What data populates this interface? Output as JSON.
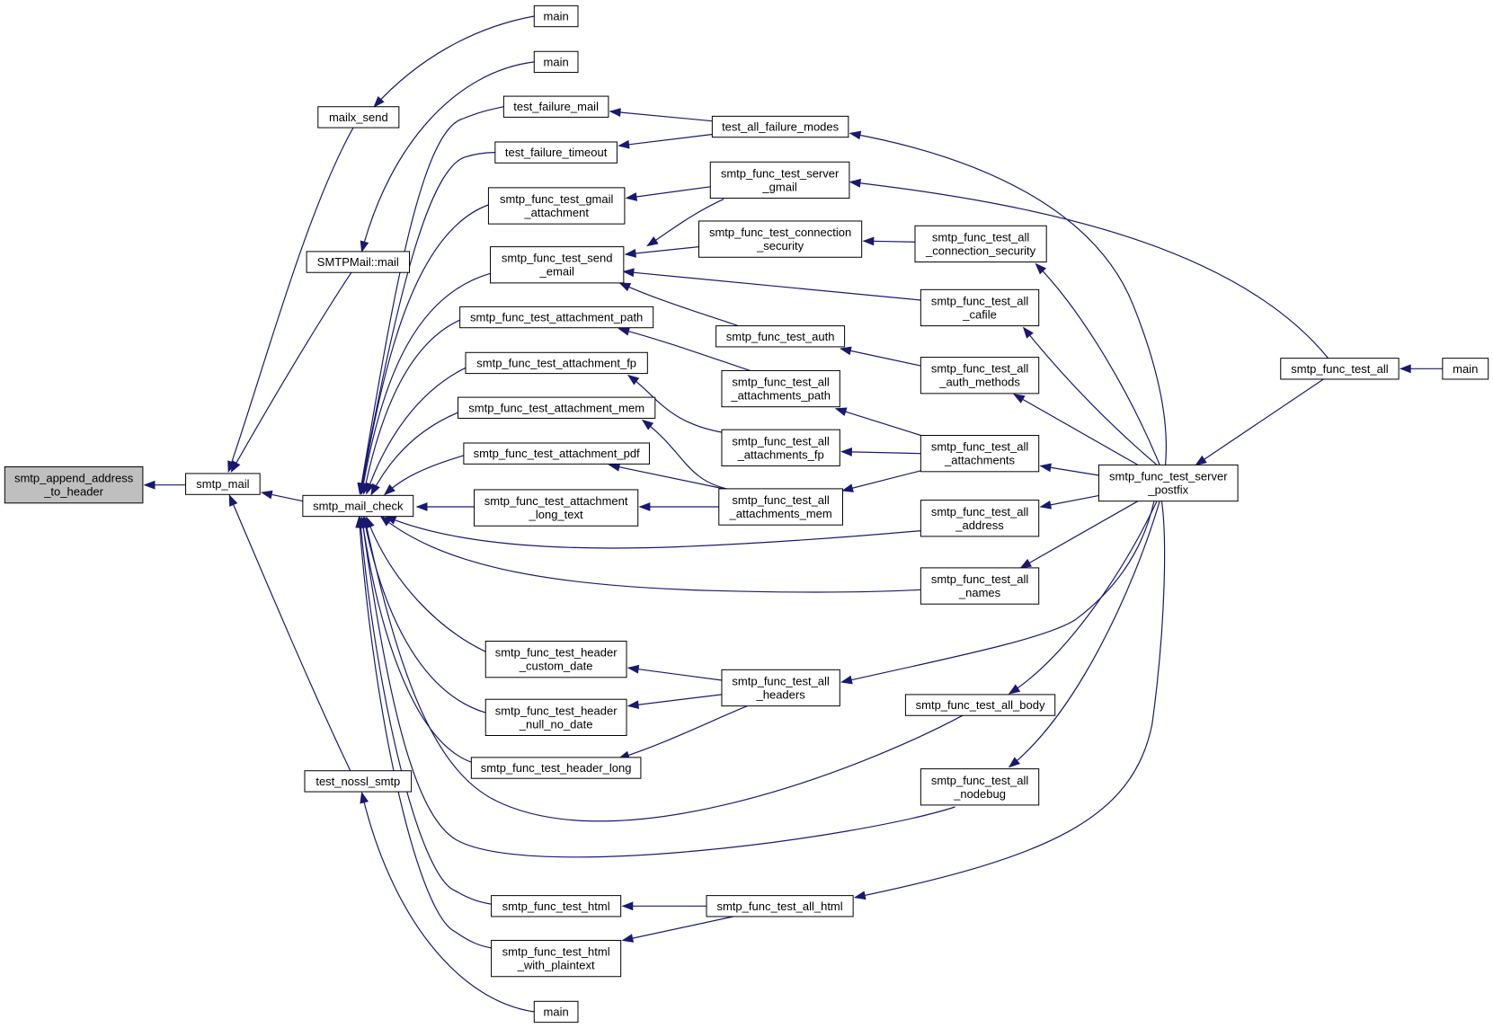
{
  "diagram": {
    "colors": {
      "edge": "#191970",
      "node_border": "#000000",
      "node_fill": "#ffffff",
      "root_fill": "#bfbfbf"
    },
    "nodes": [
      {
        "id": "n_root",
        "lines": [
          "smtp_append_address",
          "_to_header"
        ],
        "root": true
      },
      {
        "id": "n_smtp_mail",
        "lines": [
          "smtp_mail"
        ]
      },
      {
        "id": "n_mailx_send",
        "lines": [
          "mailx_send"
        ]
      },
      {
        "id": "n_smtpmail_mail",
        "lines": [
          "SMTPMail::mail"
        ]
      },
      {
        "id": "n_mail_check",
        "lines": [
          "smtp_mail_check"
        ]
      },
      {
        "id": "n_test_nossl",
        "lines": [
          "test_nossl_smtp"
        ]
      },
      {
        "id": "n_main1",
        "lines": [
          "main"
        ]
      },
      {
        "id": "n_main2",
        "lines": [
          "main"
        ]
      },
      {
        "id": "n_main3",
        "lines": [
          "main"
        ]
      },
      {
        "id": "n_test_failure_mail",
        "lines": [
          "test_failure_mail"
        ]
      },
      {
        "id": "n_test_failure_timeout",
        "lines": [
          "test_failure_timeout"
        ]
      },
      {
        "id": "n_gmail_attachment",
        "lines": [
          "smtp_func_test_gmail",
          "_attachment"
        ]
      },
      {
        "id": "n_send_email",
        "lines": [
          "smtp_func_test_send",
          "_email"
        ]
      },
      {
        "id": "n_att_path",
        "lines": [
          "smtp_func_test_attachment_path"
        ]
      },
      {
        "id": "n_att_fp",
        "lines": [
          "smtp_func_test_attachment_fp"
        ]
      },
      {
        "id": "n_att_mem",
        "lines": [
          "smtp_func_test_attachment_mem"
        ]
      },
      {
        "id": "n_att_pdf",
        "lines": [
          "smtp_func_test_attachment_pdf"
        ]
      },
      {
        "id": "n_att_long",
        "lines": [
          "smtp_func_test_attachment",
          "_long_text"
        ]
      },
      {
        "id": "n_hdr_custom",
        "lines": [
          "smtp_func_test_header",
          "_custom_date"
        ]
      },
      {
        "id": "n_hdr_null",
        "lines": [
          "smtp_func_test_header",
          "_null_no_date"
        ]
      },
      {
        "id": "n_hdr_long",
        "lines": [
          "smtp_func_test_header_long"
        ]
      },
      {
        "id": "n_html",
        "lines": [
          "smtp_func_test_html"
        ]
      },
      {
        "id": "n_html_plain",
        "lines": [
          "smtp_func_test_html",
          "_with_plaintext"
        ]
      },
      {
        "id": "n_all_failure",
        "lines": [
          "test_all_failure_modes"
        ]
      },
      {
        "id": "n_server_gmail",
        "lines": [
          "smtp_func_test_server",
          "_gmail"
        ]
      },
      {
        "id": "n_conn_security",
        "lines": [
          "smtp_func_test_connection",
          "_security"
        ]
      },
      {
        "id": "n_auth",
        "lines": [
          "smtp_func_test_auth"
        ]
      },
      {
        "id": "n_all_att_path",
        "lines": [
          "smtp_func_test_all",
          "_attachments_path"
        ]
      },
      {
        "id": "n_all_att_fp",
        "lines": [
          "smtp_func_test_all",
          "_attachments_fp"
        ]
      },
      {
        "id": "n_all_att_mem",
        "lines": [
          "smtp_func_test_all",
          "_attachments_mem"
        ]
      },
      {
        "id": "n_all_headers",
        "lines": [
          "smtp_func_test_all",
          "_headers"
        ]
      },
      {
        "id": "n_all_html",
        "lines": [
          "smtp_func_test_all_html"
        ]
      },
      {
        "id": "n_all_conn_sec",
        "lines": [
          "smtp_func_test_all",
          "_connection_security"
        ]
      },
      {
        "id": "n_all_cafile",
        "lines": [
          "smtp_func_test_all",
          "_cafile"
        ]
      },
      {
        "id": "n_all_auth_methods",
        "lines": [
          "smtp_func_test_all",
          "_auth_methods"
        ]
      },
      {
        "id": "n_all_attachments",
        "lines": [
          "smtp_func_test_all",
          "_attachments"
        ]
      },
      {
        "id": "n_all_address",
        "lines": [
          "smtp_func_test_all",
          "_address"
        ]
      },
      {
        "id": "n_all_names",
        "lines": [
          "smtp_func_test_all",
          "_names"
        ]
      },
      {
        "id": "n_all_body",
        "lines": [
          "smtp_func_test_all_body"
        ]
      },
      {
        "id": "n_all_nodebug",
        "lines": [
          "smtp_func_test_all",
          "_nodebug"
        ]
      },
      {
        "id": "n_server_postfix",
        "lines": [
          "smtp_func_test_server",
          "_postfix"
        ]
      },
      {
        "id": "n_test_all",
        "lines": [
          "smtp_func_test_all"
        ]
      },
      {
        "id": "n_main4",
        "lines": [
          "main"
        ]
      }
    ]
  }
}
